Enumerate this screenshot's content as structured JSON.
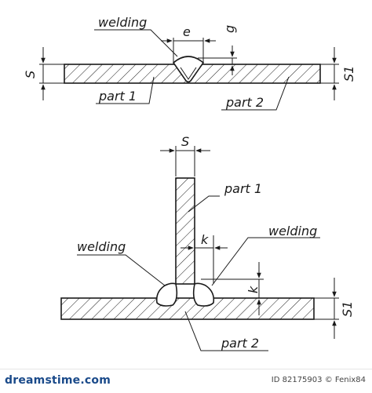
{
  "top_diagram": {
    "labels": {
      "welding": "welding",
      "e": "e",
      "g": "g",
      "s_left": "S",
      "s1_right": "S1",
      "part1": "part 1",
      "part2": "part 2"
    }
  },
  "bottom_diagram": {
    "labels": {
      "s_top": "S",
      "part1": "part 1",
      "welding_left": "welding",
      "welding_right": "welding",
      "k_horizontal": "k",
      "k_vertical": "k",
      "s1_right": "S1",
      "part2": "part 2"
    }
  },
  "footer": {
    "logo_text": "dreamstime.com",
    "image_id": "ID 82175903",
    "author": "© Fenix84"
  },
  "colors": {
    "line": "#1a1a1a",
    "footer_logo": "#1a4a8a"
  }
}
